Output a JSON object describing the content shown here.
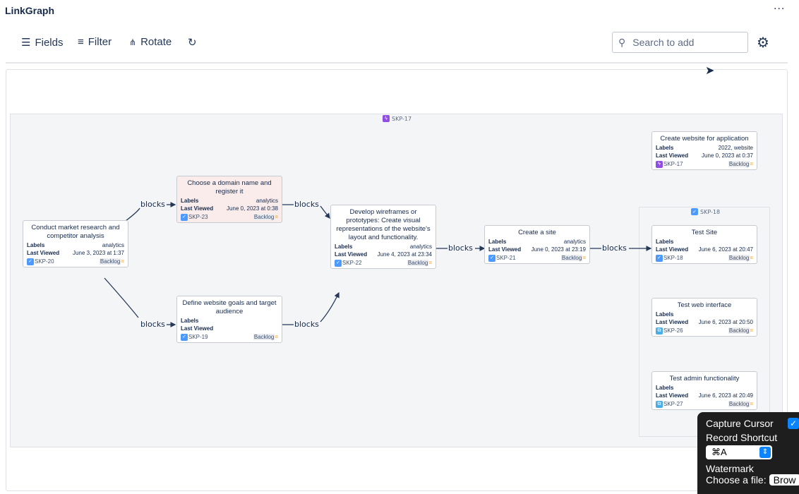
{
  "app": {
    "title": "LinkGraph",
    "more_label": "···"
  },
  "toolbar": {
    "fields": "Fields",
    "filter": "Filter",
    "rotate": "Rotate",
    "search_placeholder": "Search to add"
  },
  "groups": {
    "outer": "SKP-17",
    "inner": "SKP-18"
  },
  "edge_label": "blocks",
  "labels": {
    "labels": "Labels",
    "last_viewed": "Last Viewed",
    "status": "Backlog"
  },
  "cards": [
    {
      "key": "SKP-20",
      "title": "Conduct market research and competitor analysis",
      "labels": "analytics",
      "last_viewed": "June 3, 2023 at 1:37",
      "type": "task",
      "highlight": false
    },
    {
      "key": "SKP-23",
      "title": "Choose a domain name and register it",
      "labels": "analytics",
      "last_viewed": "June 0, 2023 at 0:38",
      "type": "task",
      "highlight": true
    },
    {
      "key": "SKP-19",
      "title": "Define website goals and target audience",
      "labels": "",
      "last_viewed": "",
      "type": "task",
      "highlight": false
    },
    {
      "key": "SKP-22",
      "title": "Develop wireframes or prototypes: Create visual representations of the website's layout and functionality.",
      "labels": "analytics",
      "last_viewed": "June 4, 2023 at 23:34",
      "type": "task",
      "highlight": false
    },
    {
      "key": "SKP-21",
      "title": "Create a site",
      "labels": "analytics",
      "last_viewed": "June 0, 2023 at 23:19",
      "type": "task",
      "highlight": false
    },
    {
      "key": "SKP-17",
      "title": "Create website for application",
      "labels": "2022, website",
      "last_viewed": "June 0, 2023 at 0:37",
      "type": "epic",
      "highlight": false
    },
    {
      "key": "SKP-18",
      "title": "Test Site",
      "labels": "",
      "last_viewed": "June 6, 2023 at 20:47",
      "type": "task",
      "highlight": false
    },
    {
      "key": "SKP-26",
      "title": "Test web interface",
      "labels": "",
      "last_viewed": "June 6, 2023 at 20:50",
      "type": "subtask",
      "highlight": false
    },
    {
      "key": "SKP-27",
      "title": "Test admin functionality",
      "labels": "",
      "last_viewed": "June 6, 2023 at 20:49",
      "type": "subtask",
      "highlight": false
    }
  ],
  "popup": {
    "capture_cursor": "Capture Cursor",
    "record_shortcut": "Record Shortcut",
    "shortcut_value": "⌘A",
    "watermark": "Watermark",
    "choose_file": "Choose a file:",
    "browse": "Brow"
  },
  "colors": {
    "task": "#4c9aff",
    "epic": "#904ee2",
    "subtask": "#4bade8",
    "highlight": "#f9ecea"
  }
}
